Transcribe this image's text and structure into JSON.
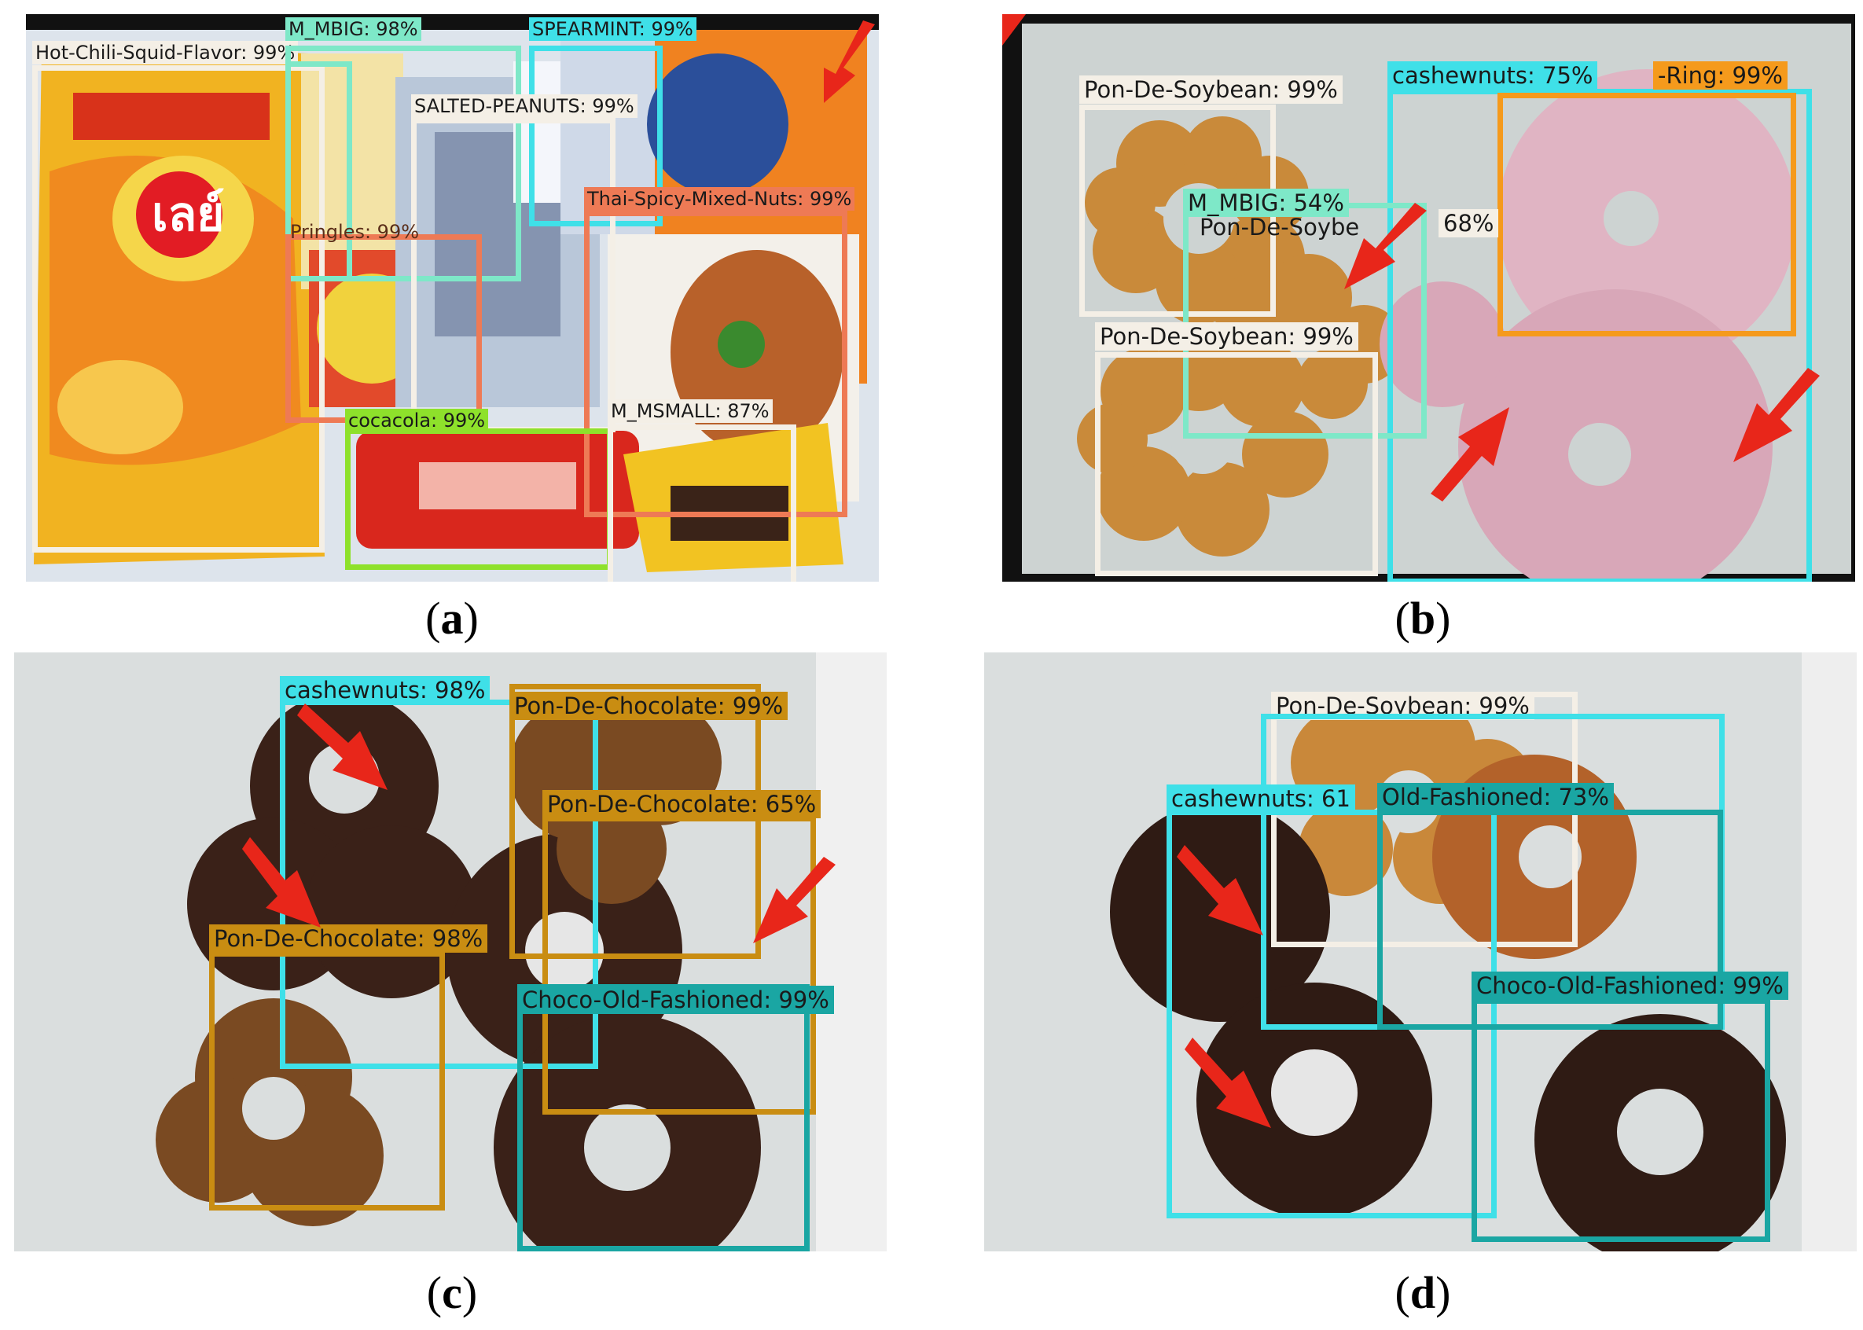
{
  "captions": {
    "a": "a",
    "b": "b",
    "c": "c",
    "d": "d"
  },
  "colors": {
    "white_box": "#f4efe6",
    "cyan": "#3fe0e8",
    "mint": "#7ee8c8",
    "salmon": "#ee7a55",
    "lime": "#8ee12b",
    "orange": "#f59a1c",
    "gold": "#c98d12",
    "teal": "#1aa6a3",
    "arrow": "#e8261a"
  },
  "panel_a": {
    "labels": {
      "hot_chili": "Hot-Chili-Squid-Flavor: 99%",
      "mbig": "M_MBIG: 98%",
      "spearmint": "SPEARMINT: 99%",
      "salted_peanuts": "SALTED-PEANUTS: 99%",
      "pringles": "Pringles: 99%",
      "thai_spicy": "Thai-Spicy-Mixed-Nuts: 99%",
      "cocacola": "cocacola: 99%",
      "msmall": "M_MSMALL: 87%"
    }
  },
  "panel_b": {
    "labels": {
      "soy1": "Pon-De-Soybean: 99%",
      "cashew": "cashewnuts: 75%",
      "ring": "-Ring: 99%",
      "mbig": "M_MBIG: 54%",
      "soy_mid": "Pon-De-Soybe",
      "soy_mid_pct": "68%",
      "soy2": "Pon-De-Soybean: 99%"
    }
  },
  "panel_c": {
    "labels": {
      "cashew": "cashewnuts: 98%",
      "choc_top": "Pon-De-Chocolate: 99%",
      "choc_mid": "Pon-De-Chocolate: 65%",
      "choc_left": "Pon-De-Chocolate: 98%",
      "old_fashioned": "Choco-Old-Fashioned: 99%"
    }
  },
  "panel_d": {
    "labels": {
      "soy": "Pon-De-Soybean: 99%",
      "cashew": "cashewnuts: 61",
      "old": "Old-Fashioned: 73%",
      "choco_old": "Choco-Old-Fashioned: 99%"
    }
  }
}
